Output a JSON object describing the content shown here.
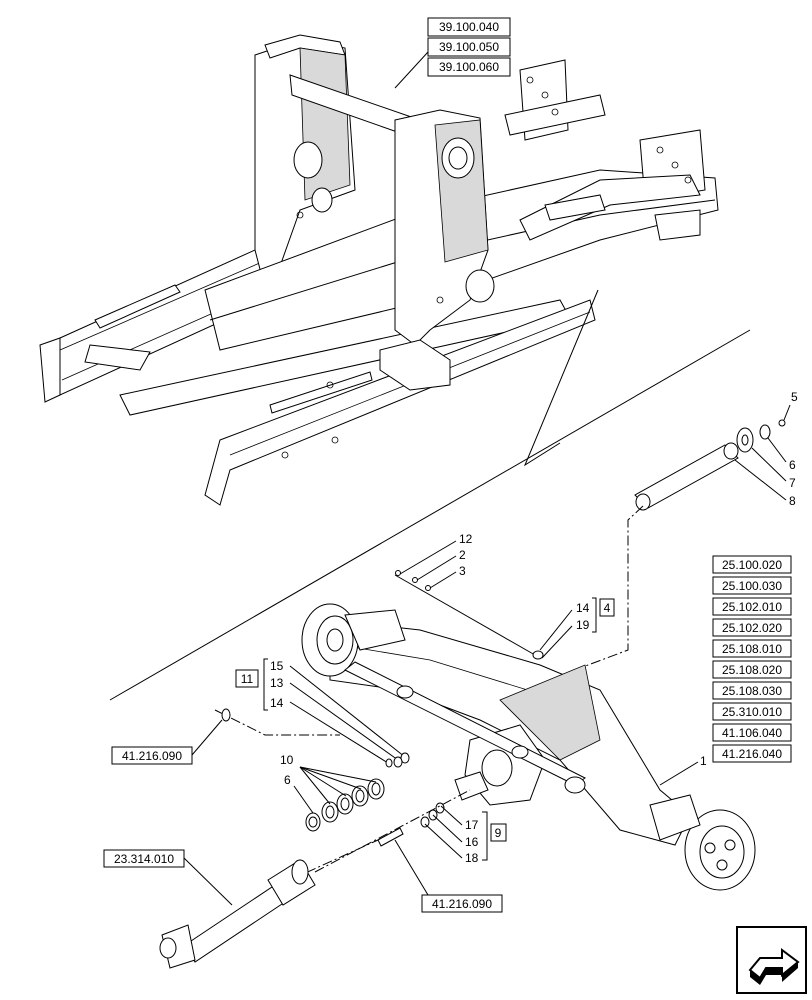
{
  "frame_refs": [
    "39.100.040",
    "39.100.050",
    "39.100.060"
  ],
  "axle_refs": [
    "25.100.020",
    "25.100.030",
    "25.102.010",
    "25.102.020",
    "25.108.010",
    "25.108.020",
    "25.108.030",
    "25.310.010",
    "41.106.040",
    "41.216.040"
  ],
  "left_ref": "41.216.090",
  "bottom_ref": "41.216.090",
  "driveshaft_ref": "23.314.010",
  "callouts": {
    "c1": "1",
    "c2": "2",
    "c3": "3",
    "c4": "4",
    "c5": "5",
    "c6a": "6",
    "c6b": "6",
    "c7": "7",
    "c8": "8",
    "c9": "9",
    "c10": "10",
    "c11": "11",
    "c12": "12",
    "c13": "13",
    "c14a": "14",
    "c14b": "14",
    "c15": "15",
    "c16": "16",
    "c17": "17",
    "c18": "18",
    "c19": "19"
  },
  "nav_icon": "next-page-arrow-icon"
}
